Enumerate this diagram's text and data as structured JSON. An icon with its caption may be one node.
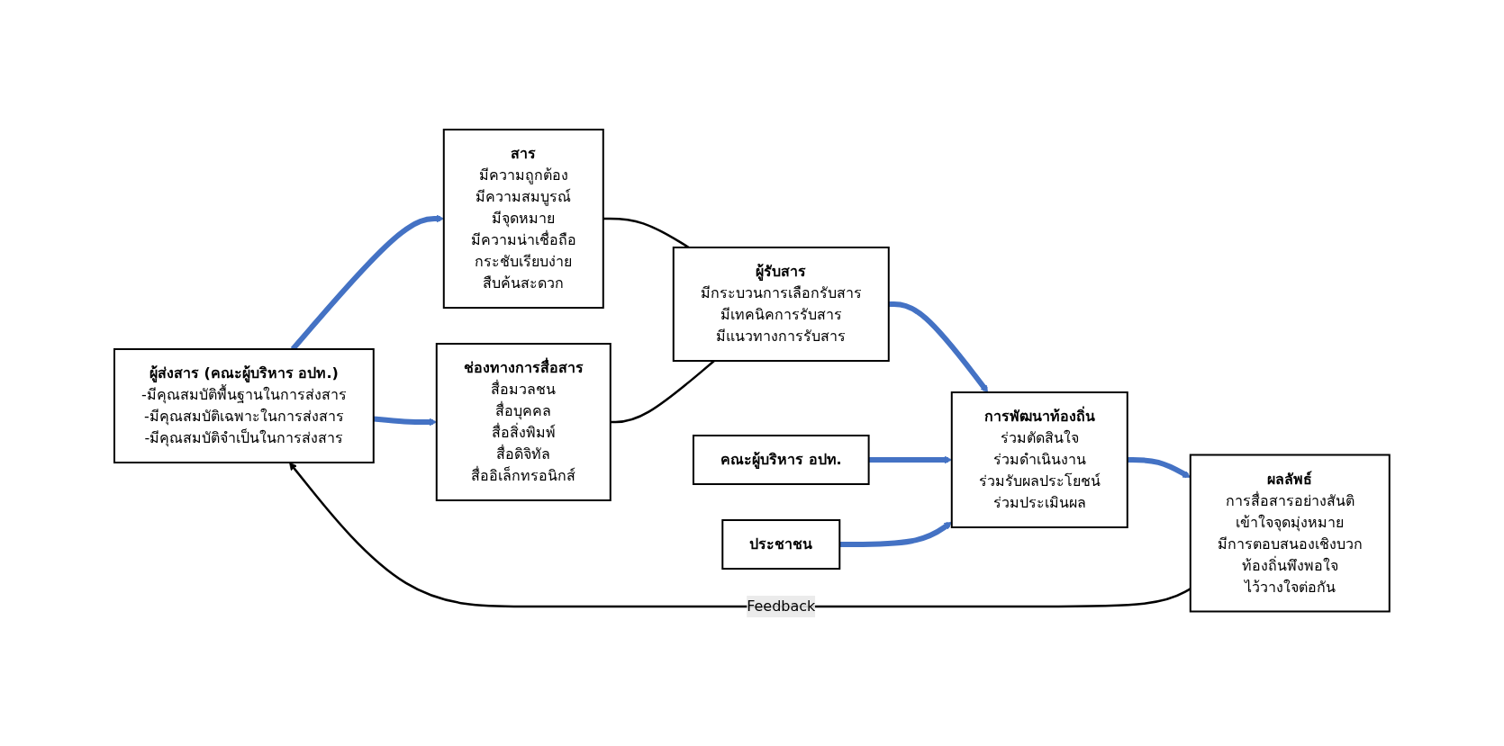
{
  "diagram": {
    "nodes": [
      {
        "text": [
          "ผู้ส่งสาร (คณะผู้บริหาร อปท.)",
          "-มีคุณสมบัติพื้นฐานในการส่งสาร",
          "-มีคุณสมบัติเฉพาะในการส่งสาร",
          "-มีคุณสมบัติจำเป็นในการส่งสาร"
        ]
      },
      {
        "text": [
          "สาร",
          "มีความถูกต้อง",
          "มีความสมบูรณ์",
          "มีจุดหมาย",
          "มีความน่าเชื่อถือ",
          "กระชับเรียบง่าย",
          "สืบค้นสะดวก"
        ]
      },
      {
        "text": [
          "ช่องทางการสื่อสาร",
          "สื่อมวลชน",
          "สื่อบุคคล",
          "สื่อสิ่งพิมพ์",
          "สื่อดิจิทัล",
          "สื่ออิเล็กทรอนิกส์"
        ]
      },
      {
        "text": [
          "ผู้รับสาร",
          "มีกระบวนการเลือกรับสาร",
          "มีเทคนิคการรับสาร",
          "มีแนวทางการรับสาร"
        ]
      },
      {
        "text": [
          "การพัฒนาท้องถิ่น",
          "ร่วมตัดสินใจ",
          "ร่วมดำเนินงาน",
          "ร่วมรับผลประโยชน์",
          "ร่วมประเมินผล"
        ]
      },
      {
        "text": [
          "คณะผู้บริหาร อปท."
        ]
      },
      {
        "text": [
          "ประชาชน"
        ]
      },
      {
        "text": [
          "ผลลัพธ์",
          "การสื่อสารอย่างสันติ",
          "เข้าใจจุดมุ่งหมาย",
          "มีการตอบสนองเชิงบวก",
          "ท้องถิ่นพึงพอใจ",
          "ไว้วางใจต่อกัน"
        ]
      }
    ],
    "edges": [
      {
        "from": 0,
        "to": 1,
        "arrow": "to"
      },
      {
        "from": 0,
        "to": 2,
        "arrow": "to"
      },
      {
        "from": 1,
        "to": 3,
        "arrow": "none",
        "color": "#000000"
      },
      {
        "from": 2,
        "to": 3,
        "arrow": "none",
        "color": "#000000"
      },
      {
        "from": 3,
        "to": 4,
        "arrow": "to"
      },
      {
        "from": 5,
        "to": 4,
        "arrow": "to"
      },
      {
        "from": 6,
        "to": 4,
        "arrow": "to"
      },
      {
        "from": 4,
        "to": 7,
        "arrow": "to"
      },
      {
        "from": 7,
        "to": 0,
        "arrow": "to",
        "label": "Feedback",
        "color": "#000000"
      }
    ]
  }
}
